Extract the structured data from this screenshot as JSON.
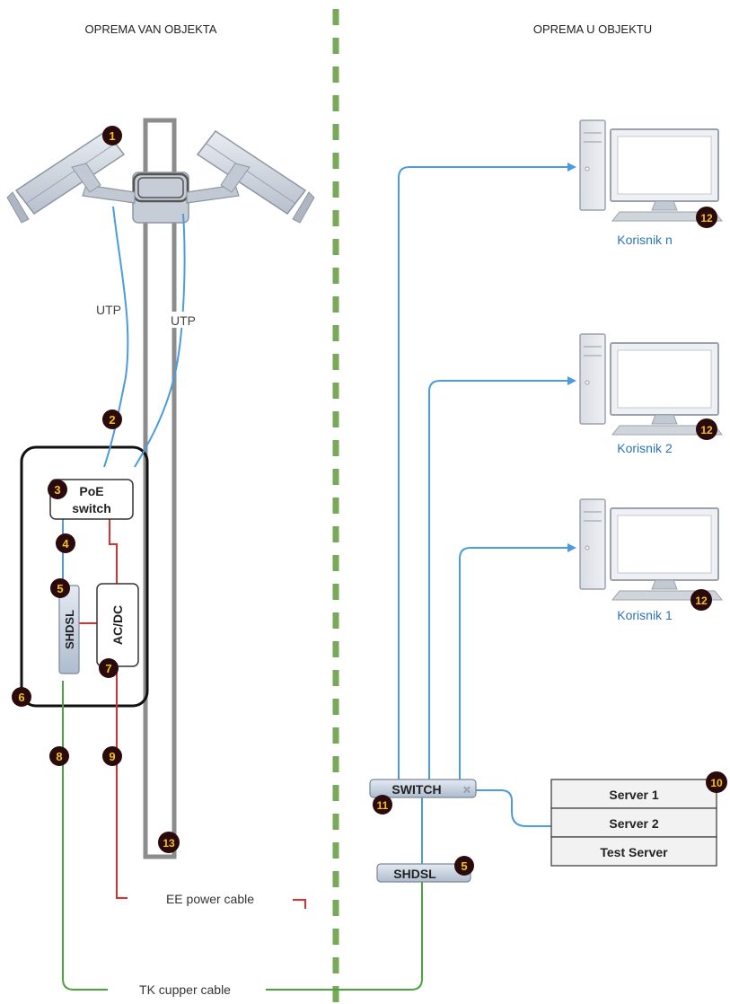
{
  "sections": {
    "left_title": "OPREMA VAN OBJEKTA",
    "right_title": "OPREMA U OBJEKTU"
  },
  "cables": {
    "utp_left": "UTP",
    "utp_right": "UTP",
    "power": "EE power cable",
    "copper": "TK cupper cable"
  },
  "devices": {
    "poe_line1": "PoE",
    "poe_line2": "switch",
    "acdc": "AC/DC",
    "shdsl_out": "SHDSL",
    "shdsl_in": "SHDSL",
    "switch": "SWITCH"
  },
  "users": {
    "n": "Korisnik n",
    "two": "Korisnik 2",
    "one": "Korisnik 1"
  },
  "servers": [
    "Server 1",
    "Server 2",
    "Test Server"
  ],
  "badges": {
    "camera": "1",
    "utp": "2",
    "poe": "3",
    "poe_shdsl_link": "4",
    "shdsl_out": "5",
    "cabinet": "6",
    "acdc": "7",
    "copper": "8",
    "power": "9",
    "servers": "10",
    "switch": "11",
    "user_n": "12",
    "user_2": "12",
    "user_1": "12",
    "shdsl_in": "5",
    "pole": "13"
  },
  "colors": {
    "data_link": "#4a9be0",
    "power_link": "#d93030",
    "copper_link": "#4aa33a",
    "divider": "#7aa85a",
    "user_label": "#2e74b5",
    "badge_fill": "#2a0a0a",
    "badge_text": "#f2c21b"
  }
}
